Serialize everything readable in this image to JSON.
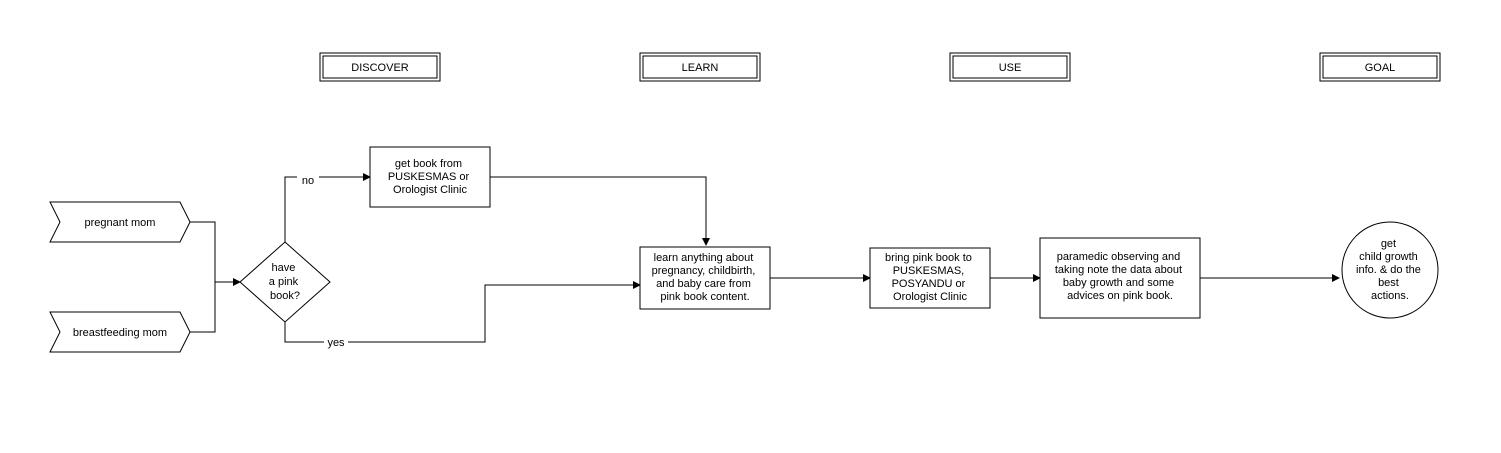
{
  "phases": {
    "discover": "DISCOVER",
    "learn": "LEARN",
    "use": "USE",
    "goal": "GOAL"
  },
  "nodes": {
    "pregnant_mom": "pregnant mom",
    "breastfeeding_mom": "breastfeeding mom",
    "decision": [
      "have",
      "a pink",
      "book?"
    ],
    "get_book": [
      "get book from",
      "PUSKESMAS or",
      "Orologist Clinic"
    ],
    "learn": [
      "learn anything about",
      "pregnancy, childbirth,",
      "and baby care from",
      "pink book content."
    ],
    "bring": [
      "bring pink book to",
      "PUSKESMAS,",
      "POSYANDU or",
      "Orologist Clinic"
    ],
    "observe": [
      "paramedic observing and",
      "taking note the data about",
      "baby growth and some",
      "advices on pink book."
    ],
    "goal": [
      "get",
      "child growth",
      "info. & do the",
      "best",
      "actions."
    ]
  },
  "edges": {
    "no_label": "no",
    "yes_label": "yes"
  }
}
